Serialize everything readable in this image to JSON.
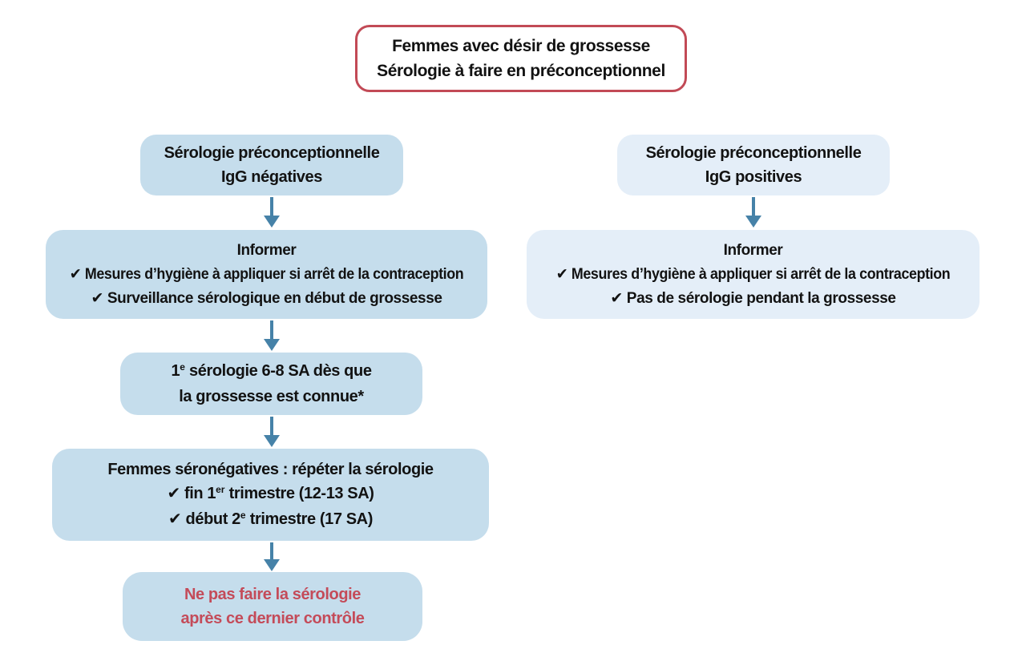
{
  "palette": {
    "left_box_bg": "#c5ddec",
    "right_box_bg": "#e4eef8",
    "arrow": "#4682a8",
    "title_border": "#c24a56",
    "alert_text": "#c44b59",
    "text": "#121212"
  },
  "title_box": {
    "line1": "Femmes avec désir de grossesse",
    "line2": "Sérologie à faire en préconceptionnel"
  },
  "left_branch": {
    "box1": {
      "line1": "Sérologie préconceptionnelle",
      "line2": "IgG négatives"
    },
    "box2": {
      "line1": "Informer",
      "line2": "✔ Mesures d’hygiène à appliquer si arrêt de la contraception",
      "line3": "✔ Surveillance sérologique en début de grossesse"
    },
    "box3": {
      "line1_pre": "1",
      "line1_sup": "e",
      "line1_post": " sérologie 6-8 SA dès que",
      "line2": "la grossesse est connue*"
    },
    "box4": {
      "line1": "Femmes séronégatives : répéter la sérologie",
      "line2_pre": "✔ fin 1",
      "line2_sup": "er",
      "line2_post": " trimestre (12-13 SA)",
      "line3_pre": "✔ début 2",
      "line3_sup": "e",
      "line3_post": " trimestre (17 SA)"
    },
    "box5": {
      "line1": "Ne pas faire la sérologie",
      "line2": "après ce dernier contrôle"
    }
  },
  "right_branch": {
    "box1": {
      "line1": "Sérologie préconceptionnelle",
      "line2": "IgG positives"
    },
    "box2": {
      "line1": "Informer",
      "line2": "✔ Mesures d’hygiène à appliquer si arrêt de la contraception",
      "line3": "✔ Pas de sérologie pendant la grossesse"
    }
  }
}
